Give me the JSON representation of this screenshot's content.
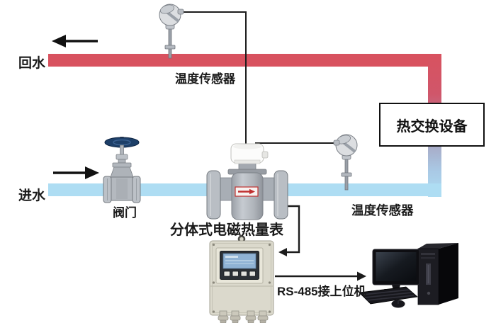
{
  "diagram": {
    "pipes": {
      "return_label": "回水",
      "inlet_label": "进水",
      "hot_color": "#d8525f",
      "cold_color": "#aeddf3"
    },
    "sensors": {
      "top_label": "温度传感器",
      "bottom_label": "温度传感器"
    },
    "valve_label": "阀门",
    "flow_meter_label": "分体式电磁热量表",
    "heat_exchanger_label": "热交换设备",
    "rs485_label": "RS-485接上位机",
    "icons": {
      "flow_arrow_left": "left-flow-arrow",
      "flow_arrow_right": "right-flow-arrow",
      "temperature_sensor": "thermocouple-sensor",
      "valve": "gate-valve",
      "flow_meter": "electromagnetic-flowmeter",
      "converter": "wall-mounted-converter",
      "computer": "desktop-computer"
    },
    "colors": {
      "line": "#1c1c1c",
      "handwheel_blue": "#1d3f68",
      "meter_body_gray": "#b6bbc1",
      "converter_box_beige": "#dbd9cc",
      "lcd_blue": "#8fb2d4",
      "label_red": "#c03030"
    }
  }
}
